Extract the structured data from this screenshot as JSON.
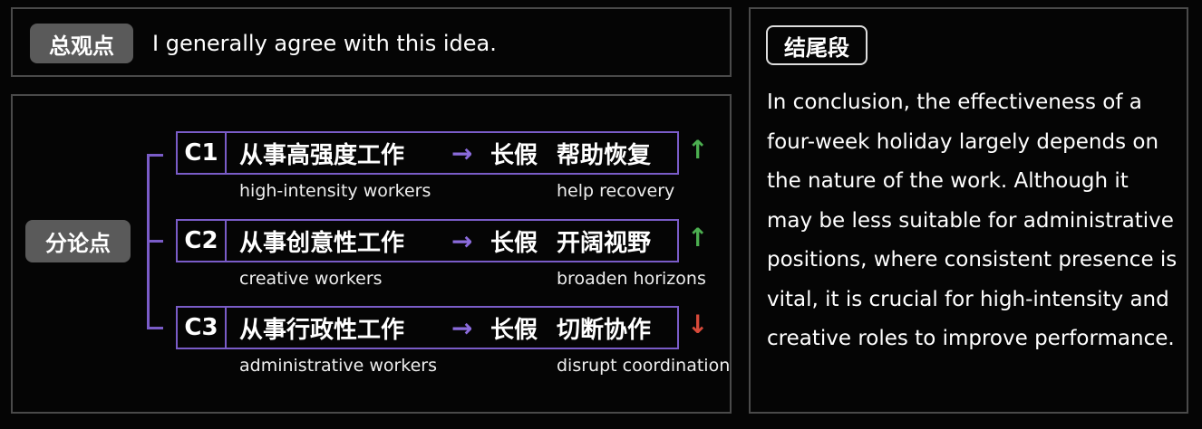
{
  "overall": {
    "label": "总观点",
    "text": "I generally agree with this idea."
  },
  "sub": {
    "label": "分论点",
    "rows": [
      {
        "id": "C1",
        "subject": "从事高强度工作",
        "arrow": "→",
        "holiday": "长假",
        "effect": "帮助恢复",
        "subject_en": "high-intensity workers",
        "effect_en": "help recovery",
        "trend": "↑",
        "trend_color": "#4caf50"
      },
      {
        "id": "C2",
        "subject": "从事创意性工作",
        "arrow": "→",
        "holiday": "长假",
        "effect": "开阔视野",
        "subject_en": "creative workers",
        "effect_en": "broaden horizons",
        "trend": "↑",
        "trend_color": "#4caf50"
      },
      {
        "id": "C3",
        "subject": "从事行政性工作",
        "arrow": "→",
        "holiday": "长假",
        "effect": "切断协作",
        "subject_en": "administrative workers",
        "effect_en": "disrupt coordination",
        "trend": "↓",
        "trend_color": "#d84a3a"
      }
    ]
  },
  "conclusion": {
    "label": "结尾段",
    "text": "In conclusion, the effectiveness of a four-week holiday largely depends on the nature of the work. Although it may be less suitable for administrative positions, where consistent presence is vital, it is crucial for high-intensity and creative roles to improve performance."
  }
}
